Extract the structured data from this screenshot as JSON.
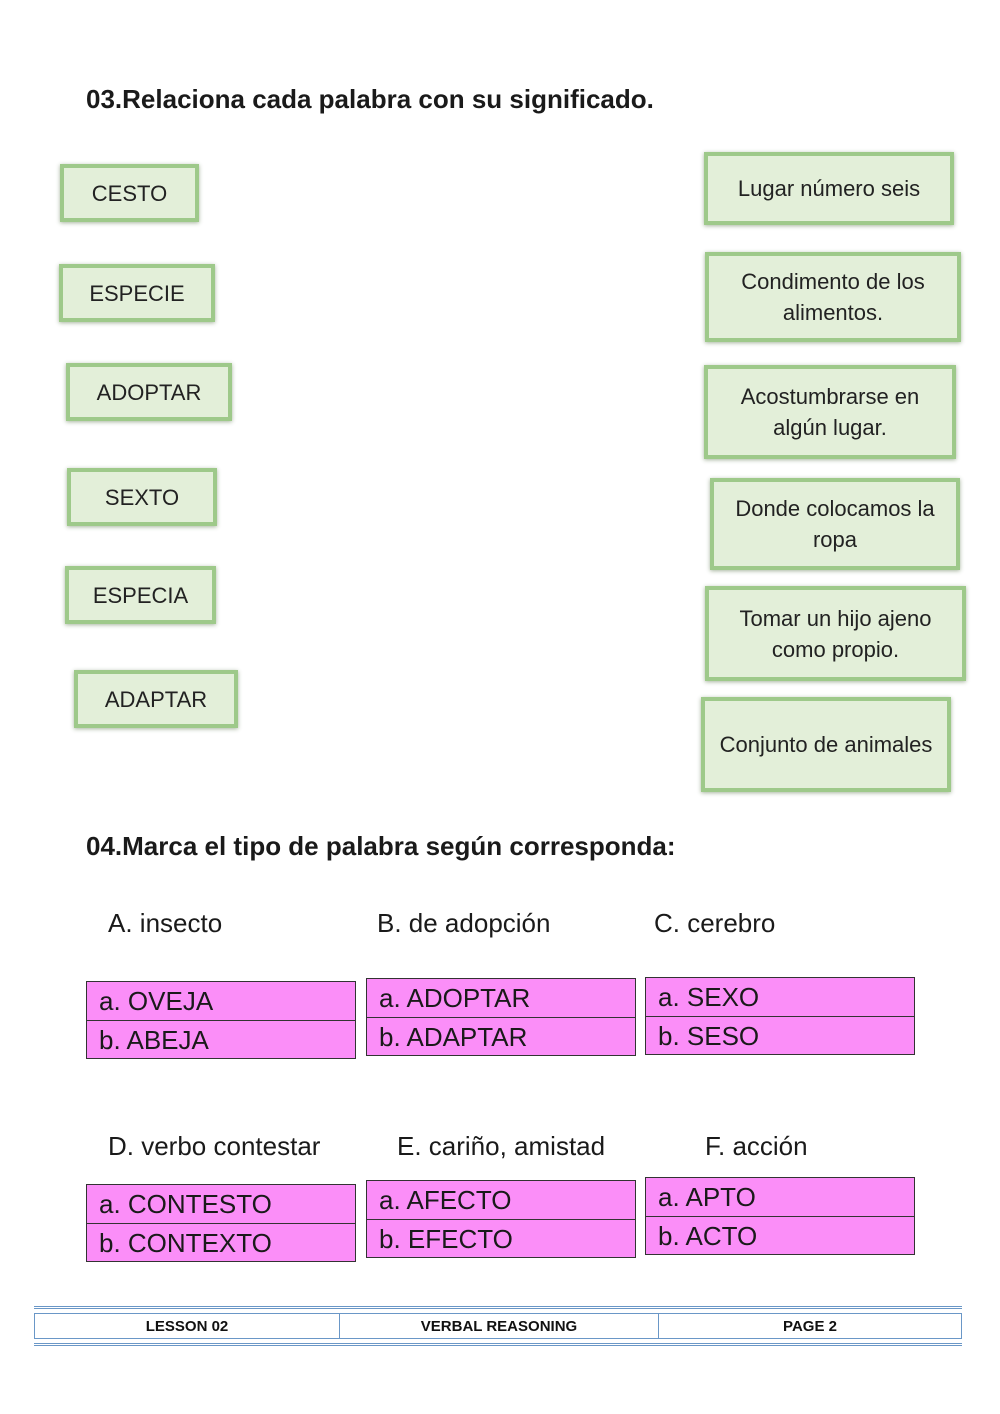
{
  "section03": {
    "title": "03.Relaciona cada palabra con su significado.",
    "words": [
      "CESTO",
      "ESPECIE",
      "ADOPTAR",
      "SEXTO",
      "ESPECIA",
      "ADAPTAR"
    ],
    "meanings": [
      "Lugar número seis",
      "Condimento de los alimentos.",
      "Acostumbrarse en algún lugar.",
      "Donde colocamos la ropa",
      "Tomar un hijo ajeno como propio.",
      "Conjunto de animales"
    ]
  },
  "section04": {
    "title": "04.Marca el tipo de palabra según corresponda:",
    "questions": [
      {
        "prompt": "A. insecto",
        "options": [
          "a. OVEJA",
          "b. ABEJA"
        ]
      },
      {
        "prompt": "B. de adopción",
        "options": [
          "a. ADOPTAR",
          "b. ADAPTAR"
        ]
      },
      {
        "prompt": "C. cerebro",
        "options": [
          "a. SEXO",
          "b. SESO"
        ]
      },
      {
        "prompt": "D. verbo contestar",
        "options": [
          "a. CONTESTO",
          "b. CONTEXTO"
        ]
      },
      {
        "prompt": "E. cariño, amistad",
        "options": [
          "a. AFECTO",
          "b. EFECTO"
        ]
      },
      {
        "prompt": "F. acción",
        "options": [
          "a. APTO",
          "b. ACTO"
        ]
      }
    ]
  },
  "footer": {
    "lesson": "LESSON 02",
    "subject": "VERBAL REASONING",
    "page": "PAGE 2"
  },
  "colors": {
    "green_box_fill": "#e3efd9",
    "green_box_border": "#9ec98a",
    "option_fill": "#fb8ef8",
    "footer_line": "#6a97c7"
  }
}
